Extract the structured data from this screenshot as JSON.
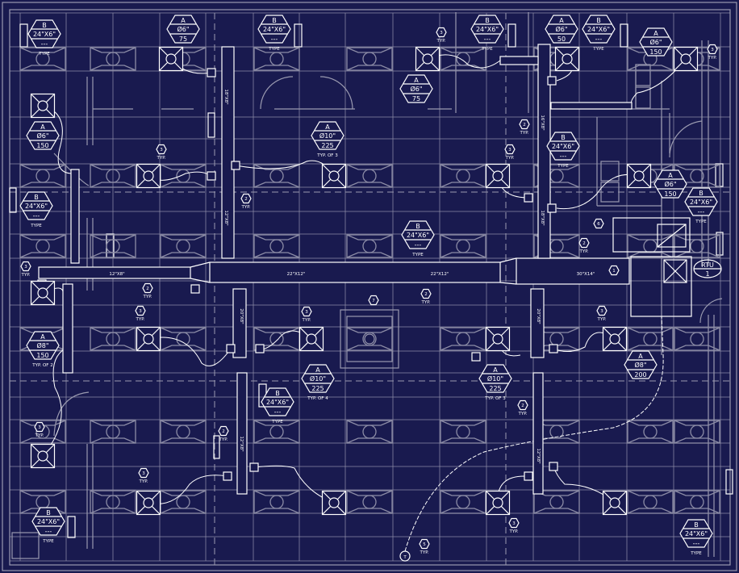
{
  "colors": {
    "background": "#191a4f",
    "ductwork": "#ffffff",
    "architecture": "#8c8ca6"
  },
  "tags": [
    {
      "type": "B",
      "size": "24\"X6\"",
      "cfm": "---",
      "note": "TYPE"
    },
    {
      "type": "A",
      "size": "Ø6\"",
      "cfm": "75",
      "note": ""
    },
    {
      "type": "B",
      "size": "24\"X6\"",
      "cfm": "---",
      "note": "TYPE"
    },
    {
      "type": "A",
      "size": "Ø6\"",
      "cfm": "75",
      "note": ""
    },
    {
      "type": "B",
      "size": "24\"X6\"",
      "cfm": "---",
      "note": "TYPE"
    },
    {
      "type": "A",
      "size": "Ø6\"",
      "cfm": "50",
      "note": ""
    },
    {
      "type": "B",
      "size": "24\"X6\"",
      "cfm": "---",
      "note": "TYPE"
    },
    {
      "type": "A",
      "size": "Ø6\"",
      "cfm": "150",
      "note": ""
    },
    {
      "type": "A",
      "size": "Ø6\"",
      "cfm": "150",
      "note": ""
    },
    {
      "type": "A",
      "size": "Ø10\"",
      "cfm": "225",
      "note": "TYP. OF 3"
    },
    {
      "type": "B",
      "size": "24\"X6\"",
      "cfm": "---",
      "note": "TYPE"
    },
    {
      "type": "B",
      "size": "24\"X6\"",
      "cfm": "---",
      "note": "TYPE"
    },
    {
      "type": "A",
      "size": "Ø6\"",
      "cfm": "150",
      "note": ""
    },
    {
      "type": "B",
      "size": "24\"X6\"",
      "cfm": "---",
      "note": "TYPE"
    },
    {
      "type": "B",
      "size": "24\"X6\"",
      "cfm": "---",
      "note": "TYPE"
    },
    {
      "type": "A",
      "size": "Ø8\"",
      "cfm": "150",
      "note": "TYP. OF 2"
    },
    {
      "type": "A",
      "size": "Ø10\"",
      "cfm": "225",
      "note": "TYP. OF 4"
    },
    {
      "type": "B",
      "size": "24\"X6\"",
      "cfm": "---",
      "note": "TYPE"
    },
    {
      "type": "A",
      "size": "Ø10\"",
      "cfm": "225",
      "note": "TYP. OF 3"
    },
    {
      "type": "A",
      "size": "Ø8\"",
      "cfm": "200",
      "note": ""
    },
    {
      "type": "B",
      "size": "24\"X6\"",
      "cfm": "---",
      "note": "TYPE"
    },
    {
      "type": "B",
      "size": "24\"X6\"",
      "cfm": "---",
      "note": "TYPE"
    }
  ],
  "callouts": [
    {
      "num": "3",
      "label": "TYP."
    },
    {
      "num": "2",
      "label": "TYP."
    },
    {
      "num": "3",
      "label": "TYP."
    },
    {
      "num": "3",
      "label": "TYP."
    },
    {
      "num": "2",
      "label": "TYP."
    },
    {
      "num": "3",
      "label": "TYP."
    },
    {
      "num": "3",
      "label": "TYP."
    },
    {
      "num": "2",
      "label": "TYP."
    },
    {
      "num": "2",
      "label": "TYP."
    },
    {
      "num": "2",
      "label": "TYP."
    },
    {
      "num": "6",
      "label": ""
    },
    {
      "num": "1",
      "label": ""
    },
    {
      "num": "7",
      "label": ""
    },
    {
      "num": "3",
      "label": "TYP."
    },
    {
      "num": "3",
      "label": "TYP."
    },
    {
      "num": "3",
      "label": "TYP."
    },
    {
      "num": "2",
      "label": "TYP."
    },
    {
      "num": "2",
      "label": "TYP."
    },
    {
      "num": "3",
      "label": "TYP."
    },
    {
      "num": "3",
      "label": "TYP."
    },
    {
      "num": "3",
      "label": "TYP."
    },
    {
      "num": "5",
      "label": "TYP."
    }
  ],
  "duct_labels": [
    "12\"X8\"",
    "22\"X12\"",
    "22\"X12\"",
    "30\"X14\"",
    "18\"X8\"",
    "12\"X8\"",
    "16\"X8\"",
    "18\"X8\"",
    "20\"X8\"",
    "12\"X8\"",
    "20\"X8\"",
    "12\"X8\""
  ],
  "rtu": {
    "name": "RTU",
    "number": "1"
  },
  "thermostat": "T"
}
